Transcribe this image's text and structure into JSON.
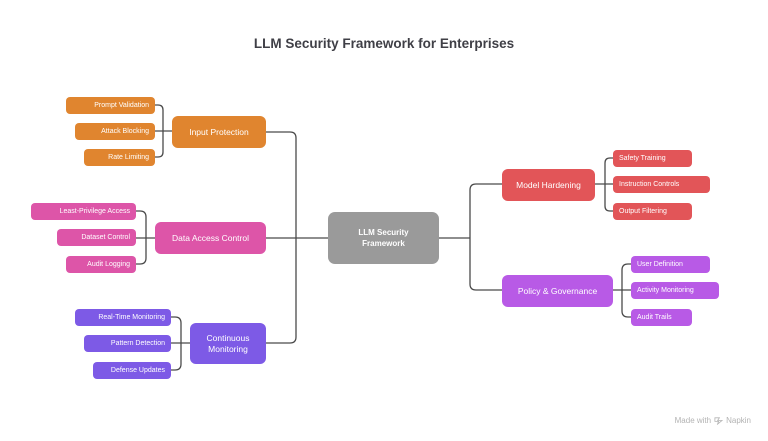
{
  "title": "LLM Security Framework for Enterprises",
  "center": {
    "label": "LLM Security\nFramework",
    "line1": "LLM Security",
    "line2": "Framework",
    "color": "#9a9a9a"
  },
  "branches": [
    {
      "id": "input-protection",
      "label": "Input Protection",
      "color": "#e0852f",
      "side": "left",
      "children": [
        "Prompt Validation",
        "Attack Blocking",
        "Rate Limiting"
      ]
    },
    {
      "id": "data-access-control",
      "label": "Data Access Control",
      "color": "#dd55a8",
      "side": "left",
      "children": [
        "Least-Privilege Access",
        "Dataset Control",
        "Audit Logging"
      ]
    },
    {
      "id": "continuous-monitoring",
      "label": "Continuous\nMonitoring",
      "line1": "Continuous",
      "line2": "Monitoring",
      "color": "#7d5ae6",
      "side": "left",
      "children": [
        "Real-Time Monitoring",
        "Pattern Detection",
        "Defense Updates"
      ]
    },
    {
      "id": "model-hardening",
      "label": "Model Hardening",
      "color": "#e25558",
      "side": "right",
      "children": [
        "Safety Training",
        "Instruction Controls",
        "Output Filtering"
      ]
    },
    {
      "id": "policy-governance",
      "label": "Policy & Governance",
      "color": "#b85ae6",
      "side": "right",
      "children": [
        "User Definition",
        "Activity Monitoring",
        "Audit Trails"
      ]
    }
  ],
  "footer": {
    "text": "Made with",
    "brand": "Napkin"
  }
}
